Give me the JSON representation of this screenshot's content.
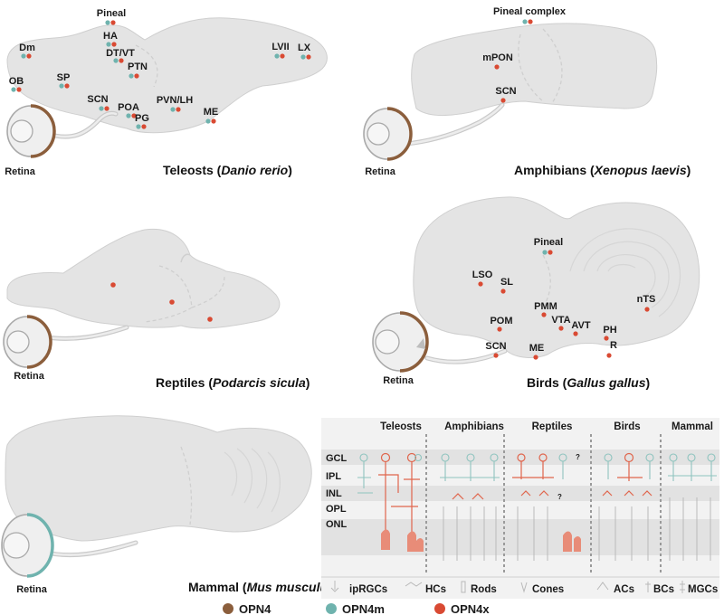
{
  "colors": {
    "opn4": "#8b5e3c",
    "opn4m": "#6fb3ae",
    "opn4x": "#d94a33",
    "brain": "#e4e4e4"
  },
  "legend": [
    {
      "label": "OPN4",
      "color": "#8b5e3c"
    },
    {
      "label": "OPN4m",
      "color": "#6fb3ae"
    },
    {
      "label": "OPN4x",
      "color": "#d94a33"
    }
  ],
  "panels": {
    "teleosts": {
      "title_plain": "Teleosts (",
      "title_species": "Danio rerio",
      "title_end": ")",
      "retina": "Retina",
      "regions": [
        "Pineal",
        "Dm",
        "HA",
        "DT/VT",
        "PTN",
        "LVII",
        "LX",
        "OB",
        "SP",
        "SCN",
        "POA",
        "PG",
        "PVN/LH",
        "ME"
      ]
    },
    "amphibians": {
      "title_plain": "Amphibians (",
      "title_species": "Xenopus laevis",
      "title_end": ")",
      "retina": "Retina",
      "regions": [
        "Pineal complex",
        "mPON",
        "SCN"
      ]
    },
    "reptiles": {
      "title_plain": "Reptiles (",
      "title_species": "Podarcis sicula",
      "title_end": ")",
      "retina": "Retina"
    },
    "birds": {
      "title_plain": "Birds (",
      "title_species": "Gallus gallus",
      "title_end": ")",
      "retina": "Retina",
      "regions": [
        "Pineal",
        "LSO",
        "SL",
        "PMM",
        "VTA",
        "AVT",
        "nTS",
        "POM",
        "PH",
        "R",
        "SCN",
        "ME"
      ]
    },
    "mammal": {
      "title_plain": "Mammal (",
      "title_species": "Mus musculus",
      "title_end": ")",
      "retina": "Retina"
    }
  },
  "retina_table": {
    "columns": [
      "Teleosts",
      "Amphibians",
      "Reptiles",
      "Birds",
      "Mammal"
    ],
    "layers": [
      "GCL",
      "IPL",
      "INL",
      "OPL",
      "ONL"
    ],
    "question_mark": "?",
    "cell_types": [
      "ipRGCs",
      "HCs",
      "Rods",
      "Cones",
      "ACs",
      "BCs",
      "MGCs"
    ]
  }
}
